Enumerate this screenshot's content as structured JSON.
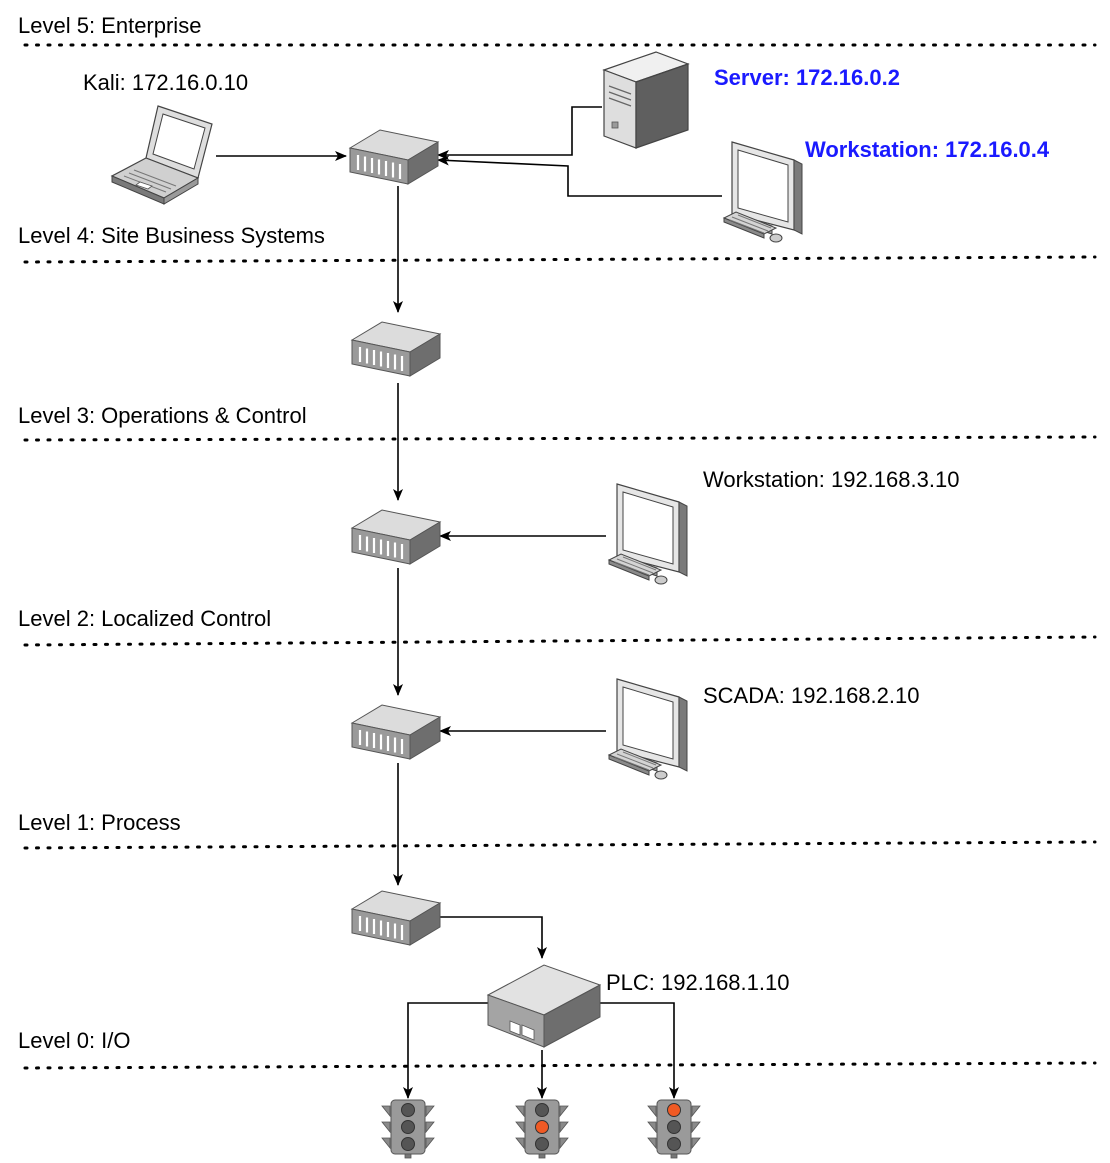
{
  "levels": [
    {
      "label": "Level 5: Enterprise"
    },
    {
      "label": "Level 4: Site Business Systems"
    },
    {
      "label": "Level 3: Operations & Control"
    },
    {
      "label": "Level 2: Localized Control"
    },
    {
      "label": "Level 1: Process"
    },
    {
      "label": "Level 0: I/O"
    }
  ],
  "devices": {
    "kali": {
      "label": "Kali: 172.16.0.10"
    },
    "server": {
      "label": "Server: 172.16.0.2"
    },
    "workstation_enterprise": {
      "label": "Workstation: 172.16.0.4"
    },
    "workstation_ops": {
      "label": "Workstation: 192.168.3.10"
    },
    "scada": {
      "label": "SCADA: 192.168.2.10"
    },
    "plc": {
      "label": "PLC: 192.168.1.10"
    }
  },
  "colors": {
    "highlight": "#1a1aff",
    "switch_top": "#dcdcdc",
    "switch_front": "#9a9a9a",
    "switch_side": "#6e6e6e",
    "indicator_on": "#f05a24"
  },
  "traffic_lights": [
    {
      "name": "light-left",
      "lit": "none"
    },
    {
      "name": "light-middle",
      "lit": "middle"
    },
    {
      "name": "light-right",
      "lit": "top"
    }
  ]
}
